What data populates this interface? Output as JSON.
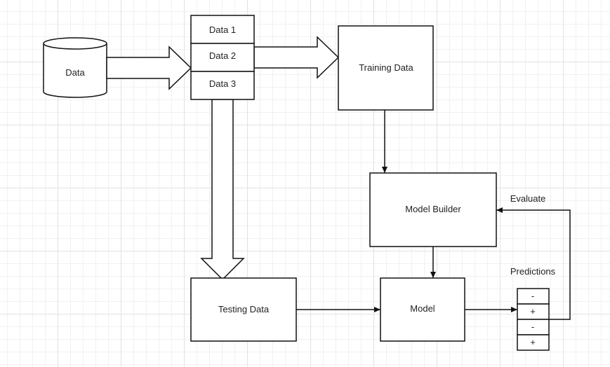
{
  "nodes": {
    "data_store": "Data",
    "splits": [
      "Data 1",
      "Data 2",
      "Data 3"
    ],
    "training": "Training Data",
    "testing": "Testing Data",
    "model_builder": "Model Builder",
    "model": "Model",
    "predictions": [
      "-",
      "+",
      "-",
      "+"
    ]
  },
  "labels": {
    "evaluate": "Evaluate",
    "predictions": "Predictions"
  }
}
